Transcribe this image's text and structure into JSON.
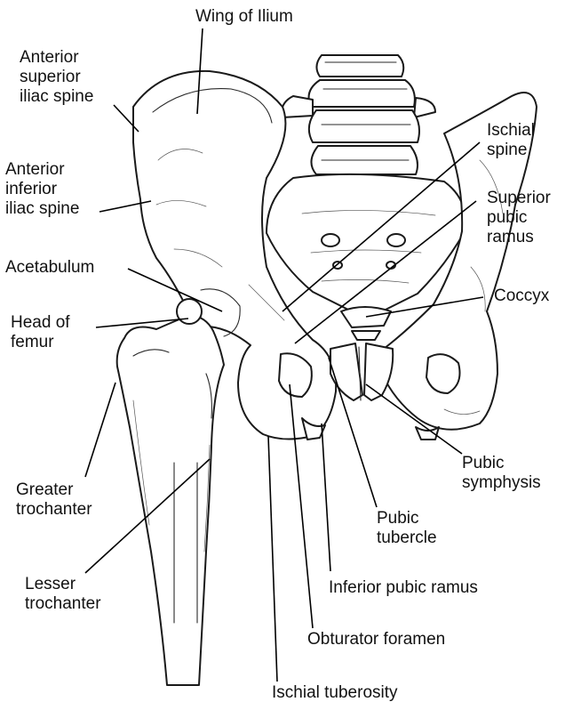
{
  "labels": {
    "wing_of_ilium": [
      "Wing of Ilium"
    ],
    "asis": [
      "Anterior",
      "superior",
      "iliac spine"
    ],
    "aiis": [
      "Anterior",
      "inferior",
      "iliac spine"
    ],
    "acetabulum": [
      "Acetabulum"
    ],
    "head_of_femur": [
      "Head of",
      "femur"
    ],
    "greater_trochanter": [
      "Greater",
      "trochanter"
    ],
    "lesser_trochanter": [
      "Lesser",
      "trochanter"
    ],
    "ischial_spine": [
      "Ischial",
      "spine"
    ],
    "superior_pubic_ramus": [
      "Superior",
      "pubic",
      "ramus"
    ],
    "coccyx": [
      "Coccyx"
    ],
    "pubic_symphysis": [
      "Pubic",
      "symphysis"
    ],
    "pubic_tubercle": [
      "Pubic",
      "tubercle"
    ],
    "inferior_pubic_ramus": [
      "Inferior pubic ramus"
    ],
    "obturator_foramen": [
      "Obturator foramen"
    ],
    "ischial_tuberosity": [
      "Ischial tuberosity"
    ]
  },
  "colors": {
    "ink": "#111111",
    "bone_fill": "#ffffff"
  }
}
